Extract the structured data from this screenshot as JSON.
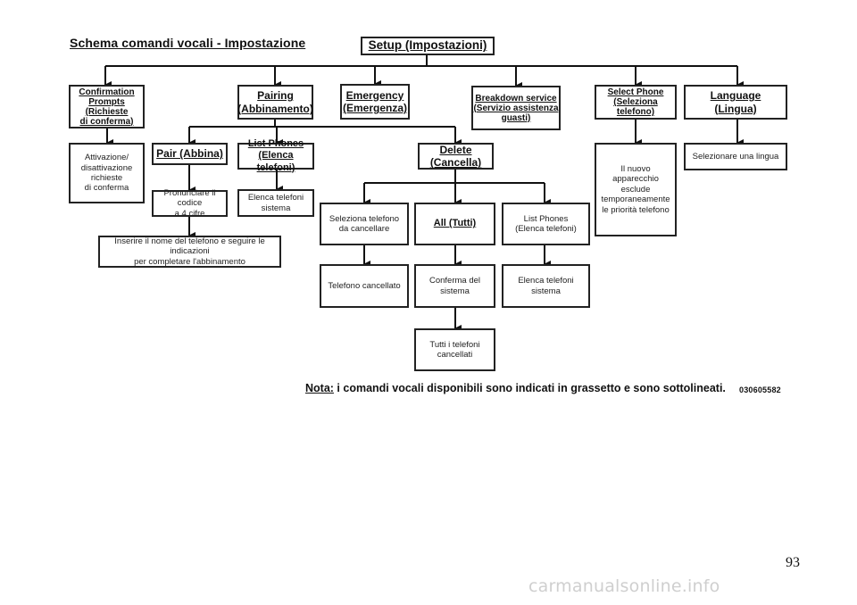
{
  "title": "Schema comandi vocali - Impostazione",
  "nodes": {
    "setup": "Setup (Impostazioni)",
    "confirmation": "Confirmation\nPrompts\n(Richieste\ndi conferma)",
    "pairing": "Pairing\n(Abbinamento)",
    "emergency": "Emergency\n(Emergenza)",
    "breakdown": "Breakdown service\n(Servizio assistenza\nguasti)",
    "select_phone": "Select Phone\n(Seleziona telefono)",
    "language": "Language\n(Lingua)",
    "conf_info": "Attivazione/\ndisattivazione\nrichieste\ndi conferma",
    "pair": "Pair (Abbina)",
    "list_phones": "List Phones\n(Elenca telefoni)",
    "delete": "Delete\n(Cancella)",
    "select_info": "Il nuovo\napparecchio\nesclude\ntemporaneamente\nle priorità telefono",
    "lang_info": "Selezionare una lingua",
    "pair_code": "Pronunciare il codice\na 4 cifre",
    "list_info": "Elenca telefoni\nsistema",
    "pair_name": "Inserire il nome del telefono e seguire le indicazioni\nper completare l'abbinamento",
    "del_select": "Seleziona telefono\nda cancellare",
    "del_all": "All (Tutti)",
    "del_list": "List Phones\n(Elenca telefoni)",
    "del_cancelled": "Telefono cancellato",
    "all_confirm": "Conferma del sistema",
    "list_system": "Elenca telefoni sistema",
    "all_done": "Tutti i telefoni\ncancellati"
  },
  "note": {
    "label": "Nota:",
    "text": " i comandi vocali disponibili sono indicati in grassetto e sono sottolineati."
  },
  "code": "030605582",
  "page_number": "93",
  "watermark": "carmanualsonline.info"
}
